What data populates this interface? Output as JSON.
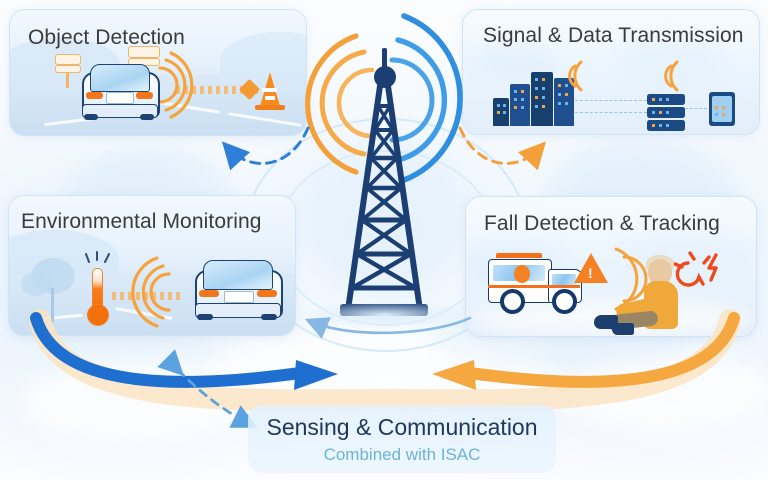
{
  "figure": {
    "title": "ISAC sensing and communication application overview",
    "background_color": "#f7fbfe"
  },
  "colors": {
    "accent_blue": "#1f6fd0",
    "accent_orange": "#f4a03a",
    "tower_navy": "#1c3f73",
    "heading_gray": "#3b3b3b",
    "subtitle_teal": "#6cb4d8",
    "panel_border": "#cfe4f7",
    "bottom_panel_bg": "#e6f2fc"
  },
  "panels": [
    {
      "id": "object-detection",
      "title": "Object Detection",
      "position": "top-left",
      "icons": [
        "car-icon",
        "road-sign-icon",
        "traffic-cone-icon",
        "radar-wave-icon",
        "sensing-beam-icon"
      ]
    },
    {
      "id": "signal-data-transmission",
      "title": "Signal & Data Transmission",
      "position": "top-right",
      "icons": [
        "city-buildings-icon",
        "server-rack-icon",
        "tablet-device-icon",
        "signal-wave-icon",
        "data-link-icon"
      ]
    },
    {
      "id": "environmental-monitoring",
      "title": "Environmental Monitoring",
      "position": "bottom-left",
      "icons": [
        "thermometer-icon",
        "tree-icon",
        "car-icon",
        "radar-wave-icon",
        "sensing-beam-icon"
      ]
    },
    {
      "id": "fall-detection-tracking",
      "title": "Fall Detection & Tracking",
      "position": "bottom-right",
      "icons": [
        "ambulance-icon",
        "warning-triangle-icon",
        "radar-wave-icon",
        "fallen-person-icon",
        "emergency-alert-icon"
      ]
    }
  ],
  "center": {
    "icon": "cell-tower-icon",
    "label": "",
    "wave_left_color": "#f4a03a",
    "wave_right_color": "#2f8ede"
  },
  "bottom_panel": {
    "id": "sensing-communication",
    "title": "Sensing & Communication",
    "subtitle": "Combined with ISAC"
  },
  "connectors": [
    {
      "name": "dashed-arc-to-object-detection",
      "style": "dashed",
      "color": "#2f7fd8",
      "direction": "to-top-left"
    },
    {
      "name": "dashed-arc-to-signal-transmission",
      "style": "dashed",
      "color": "#f4a03a",
      "direction": "to-top-right"
    },
    {
      "name": "solid-arc-blue-clockwise",
      "style": "solid",
      "color": "#1f6fd0",
      "direction": "left-to-center"
    },
    {
      "name": "solid-arc-orange-counterclockwise",
      "style": "solid",
      "color": "#f4a03a",
      "direction": "right-to-center"
    },
    {
      "name": "dashed-double-arrow-to-sensing-panel",
      "style": "dashed",
      "color": "#4e9ede",
      "direction": "bidirectional"
    },
    {
      "name": "inner-arrow-to-environmental-monitoring",
      "style": "solid",
      "color": "#7fb4e2",
      "direction": "to-left"
    }
  ]
}
